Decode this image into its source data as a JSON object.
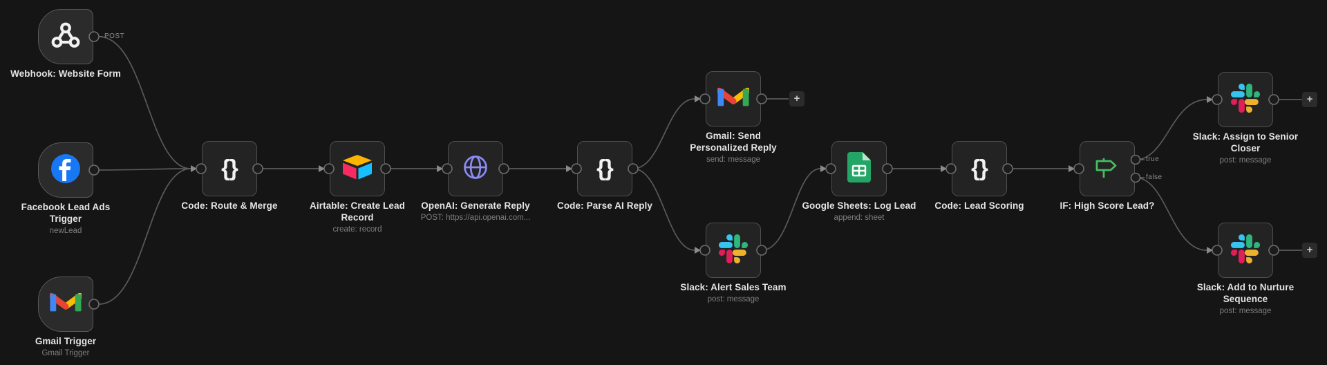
{
  "app": "workflow-editor",
  "labels": {
    "webhook_output": "POST",
    "if_true": "true",
    "if_false": "false",
    "add_node": "+"
  },
  "icons": {
    "code_glyph": "{}"
  },
  "colors": {
    "canvas-bg": "#151515",
    "node-bg": "#232323",
    "node-border": "#4f4f4f",
    "edge": "#5a5a5a",
    "fb-blue": "#1877F2",
    "airtable-yellow": "#FCB400",
    "airtable-red": "#F82B60",
    "airtable-blue": "#18BFFF",
    "openai-purple": "#8B8BF5",
    "gmail-red": "#EA4335",
    "gmail-blue": "#4285F4",
    "gmail-green": "#34A853",
    "gmail-yellow": "#FBBC04",
    "sheets-green": "#23A566",
    "sheets-fold": "#B9E5CE",
    "slack-blue": "#36C5F0",
    "slack-green": "#2EB67D",
    "slack-red": "#E01E5A",
    "slack-yellow": "#ECB22E",
    "if-green": "#43BF5E"
  },
  "nodes": [
    {
      "id": "webhook",
      "title": "Webhook: Website Form",
      "subtitle": ""
    },
    {
      "id": "facebook",
      "title": "Facebook Lead Ads Trigger",
      "subtitle": "newLead"
    },
    {
      "id": "gmail-trigger",
      "title": "Gmail Trigger",
      "subtitle": "Gmail Trigger"
    },
    {
      "id": "route-merge",
      "title": "Code: Route & Merge",
      "subtitle": ""
    },
    {
      "id": "airtable",
      "title": "Airtable: Create Lead Record",
      "subtitle": "create: record"
    },
    {
      "id": "openai",
      "title": "OpenAI: Generate Reply",
      "subtitle": "POST: https://api.openai.com..."
    },
    {
      "id": "parse-reply",
      "title": "Code: Parse AI Reply",
      "subtitle": ""
    },
    {
      "id": "gmail-send",
      "title": "Gmail: Send Personalized Reply",
      "subtitle": "send: message"
    },
    {
      "id": "slack-alert",
      "title": "Slack: Alert Sales Team",
      "subtitle": "post: message"
    },
    {
      "id": "sheets-log",
      "title": "Google Sheets: Log Lead",
      "subtitle": "append: sheet"
    },
    {
      "id": "lead-scoring",
      "title": "Code: Lead Scoring",
      "subtitle": ""
    },
    {
      "id": "if-high-score",
      "title": "IF: High Score Lead?",
      "subtitle": ""
    },
    {
      "id": "slack-assign",
      "title": "Slack: Assign to Senior Closer",
      "subtitle": "post: message"
    },
    {
      "id": "slack-nurture",
      "title": "Slack: Add to Nurture Sequence",
      "subtitle": "post: message"
    }
  ],
  "connections": [
    {
      "from": "webhook",
      "to": "route-merge",
      "label": "POST"
    },
    {
      "from": "facebook",
      "to": "route-merge",
      "label": ""
    },
    {
      "from": "gmail-trigger",
      "to": "route-merge",
      "label": ""
    },
    {
      "from": "route-merge",
      "to": "airtable",
      "label": ""
    },
    {
      "from": "airtable",
      "to": "openai",
      "label": ""
    },
    {
      "from": "openai",
      "to": "parse-reply",
      "label": ""
    },
    {
      "from": "parse-reply",
      "to": "gmail-send",
      "label": ""
    },
    {
      "from": "parse-reply",
      "to": "slack-alert",
      "label": ""
    },
    {
      "from": "gmail-send",
      "to": "add-node",
      "label": ""
    },
    {
      "from": "slack-alert",
      "to": "sheets-log",
      "label": ""
    },
    {
      "from": "sheets-log",
      "to": "lead-scoring",
      "label": ""
    },
    {
      "from": "lead-scoring",
      "to": "if-high-score",
      "label": ""
    },
    {
      "from": "if-high-score",
      "to": "slack-assign",
      "label": "true"
    },
    {
      "from": "if-high-score",
      "to": "slack-nurture",
      "label": "false"
    },
    {
      "from": "slack-assign",
      "to": "add-node",
      "label": ""
    },
    {
      "from": "slack-nurture",
      "to": "add-node",
      "label": ""
    }
  ]
}
